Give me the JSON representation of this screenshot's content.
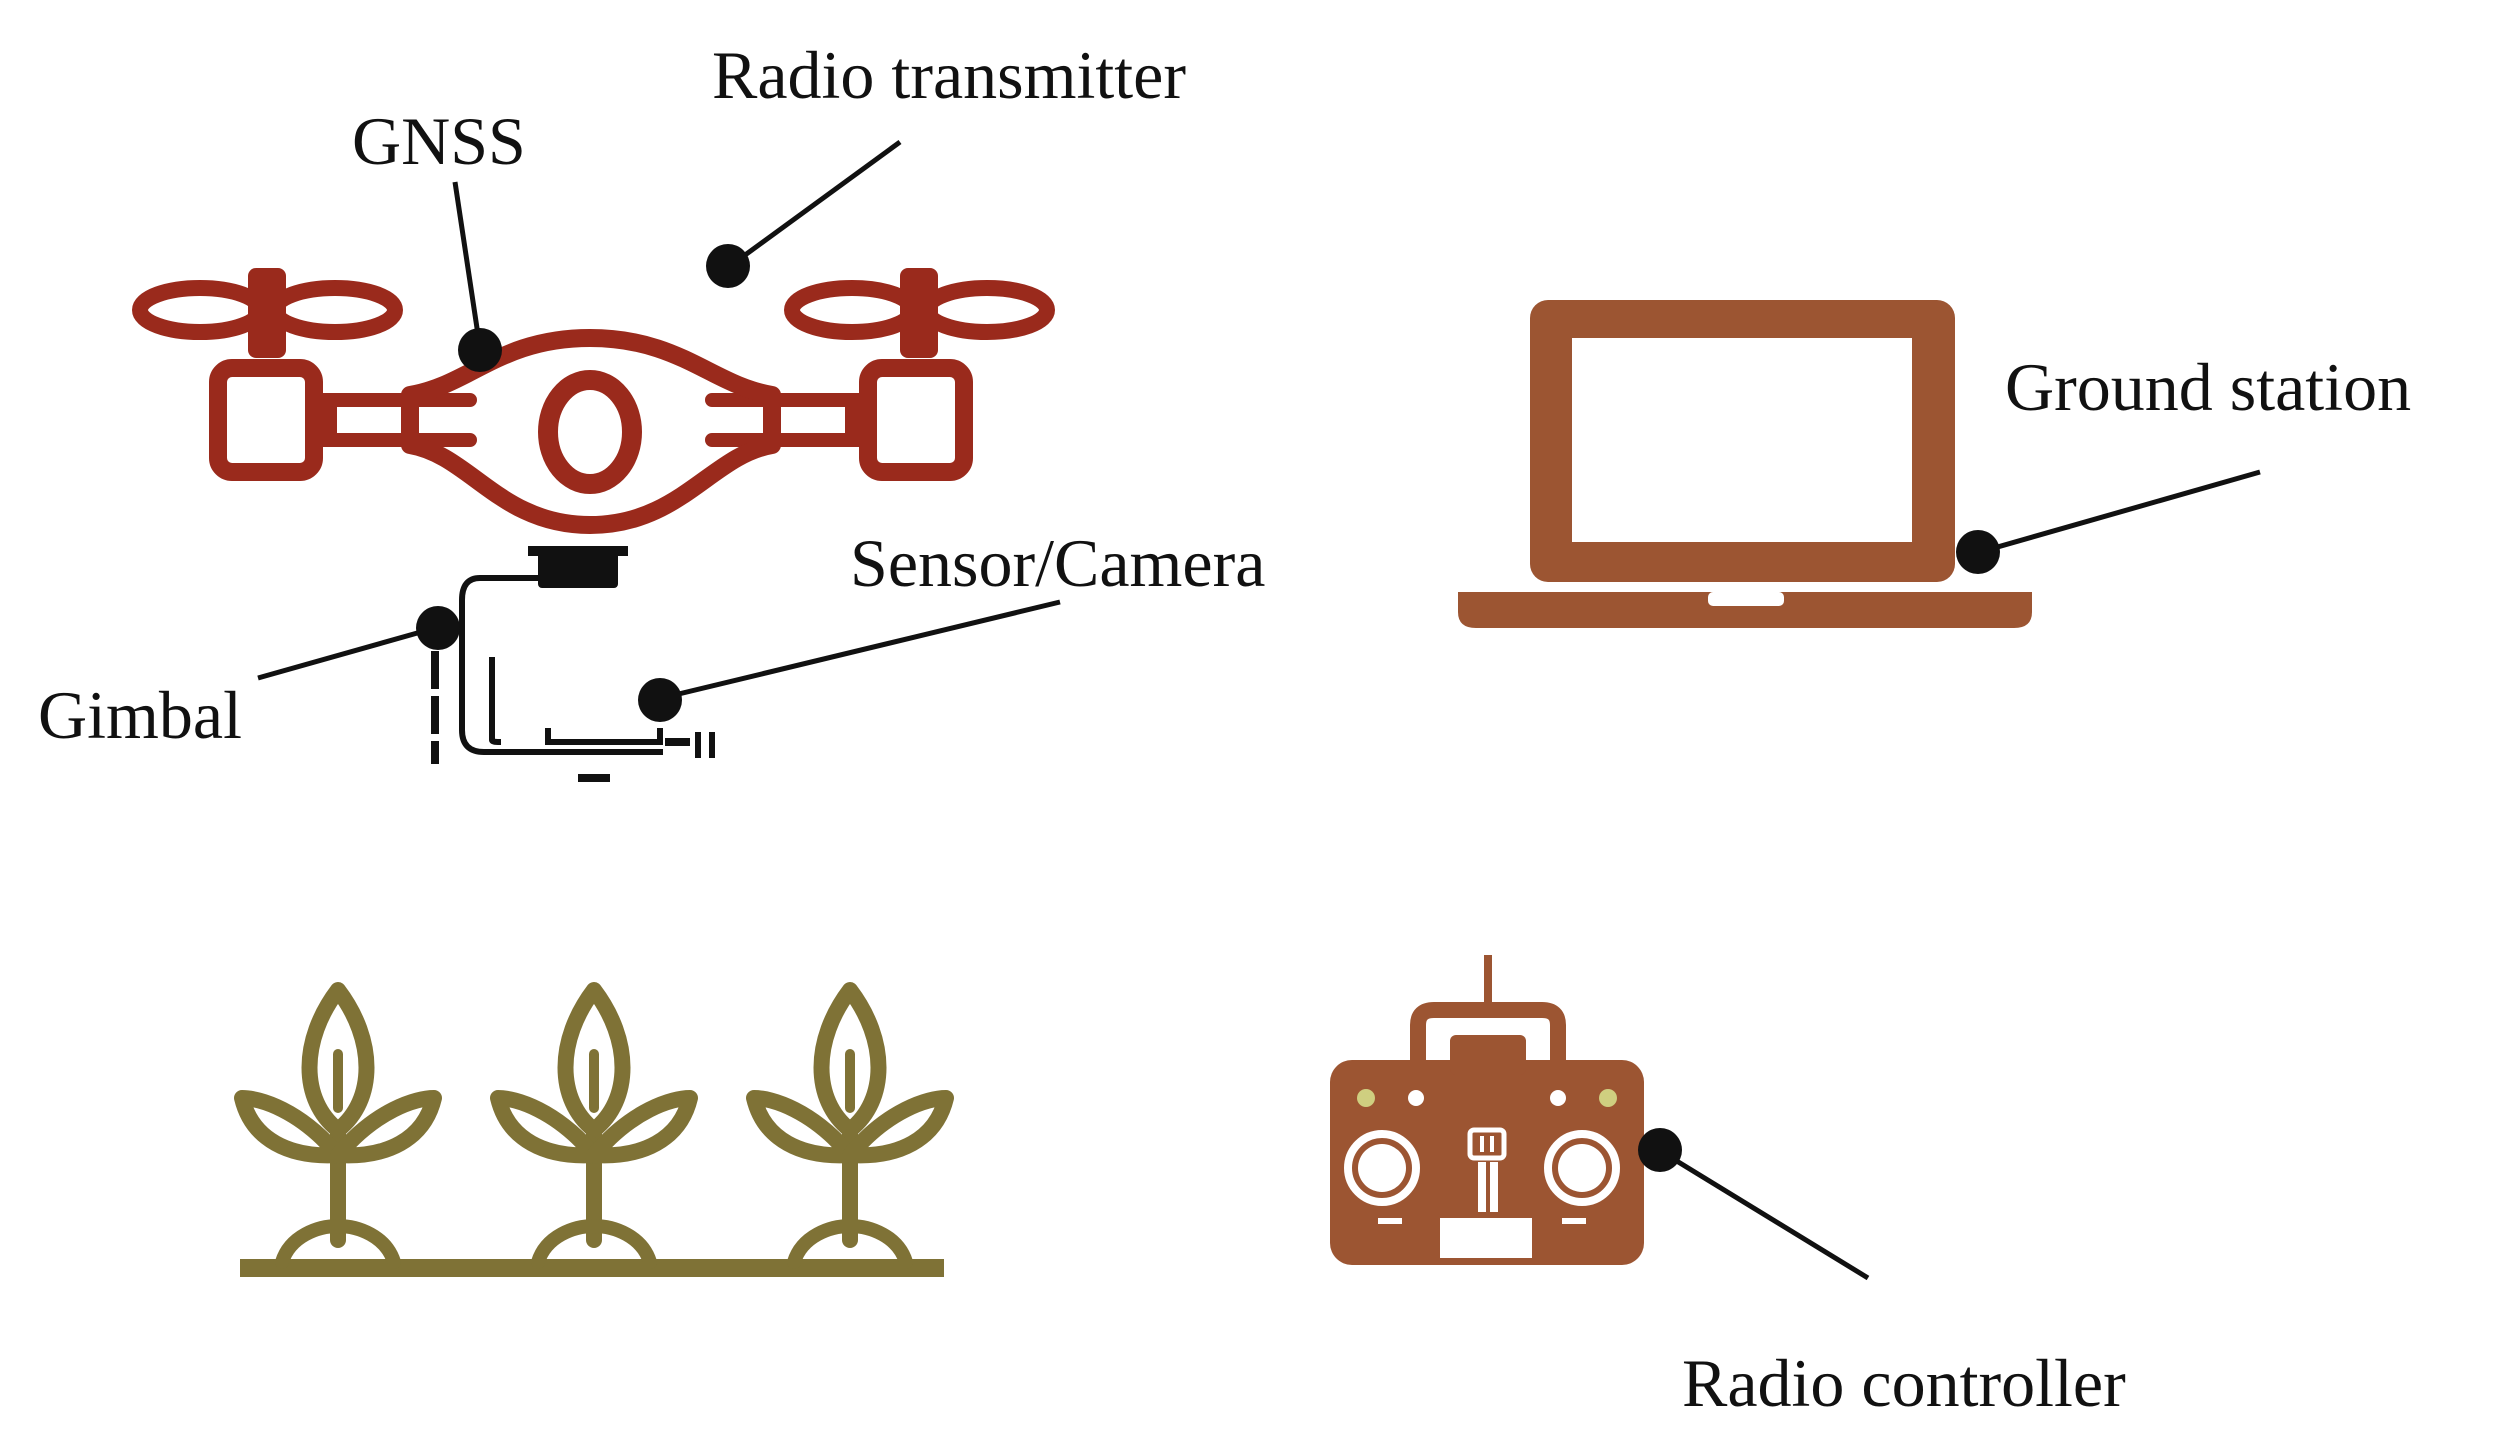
{
  "labels": {
    "radio_transmitter": "Radio transmitter",
    "gnss": "GNSS",
    "sensor_camera": "Sensor/Camera",
    "gimbal": "Gimbal",
    "ground_station": "Ground station",
    "radio_controller": "Radio controller"
  },
  "colors": {
    "drone": "#9a2a1c",
    "laptop": "#9c5532",
    "controller": "#9c5532",
    "plants": "#7f7236",
    "ink": "#111111",
    "background": "#ffffff"
  },
  "icons": [
    "drone-icon",
    "laptop-icon",
    "radio-controller-icon",
    "crop-plants-icon"
  ]
}
